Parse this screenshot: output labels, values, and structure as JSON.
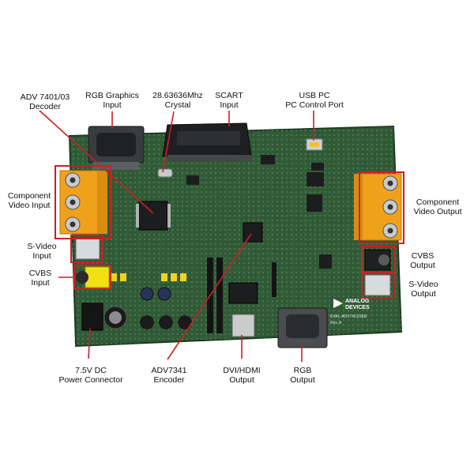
{
  "diagram": {
    "labels": [
      {
        "key": "decoder",
        "line1": "ADV 7401/03",
        "line2": "Decoder"
      },
      {
        "key": "rgb_graphics_input",
        "line1": "RGB Graphics",
        "line2": "Input"
      },
      {
        "key": "crystal",
        "line1": "28.63636Mhz",
        "line2": "Crystal"
      },
      {
        "key": "scart_input",
        "line1": "SCART",
        "line2": "Input"
      },
      {
        "key": "usb_pc",
        "line1": "USB PC",
        "line2": "PC Control Port"
      },
      {
        "key": "component_video_input",
        "line1": "Component",
        "line2": "Video Input"
      },
      {
        "key": "component_video_output",
        "line1": "Component",
        "line2": "Video Output"
      },
      {
        "key": "s_video_input",
        "line1": "S-Video",
        "line2": "Input"
      },
      {
        "key": "cvbs_input",
        "line1": "CVBS",
        "line2": "Input"
      },
      {
        "key": "cvbs_output",
        "line1": "CVBS",
        "line2": "Output"
      },
      {
        "key": "s_video_output",
        "line1": "S-Video",
        "line2": "Output"
      },
      {
        "key": "power_connector",
        "line1": "7.5V DC",
        "line2": "Power Connector"
      },
      {
        "key": "encoder",
        "line1": "ADV7341",
        "line2": "Encoder"
      },
      {
        "key": "dvi_hdmi_output",
        "line1": "DVI/HDMI",
        "line2": "Output"
      },
      {
        "key": "rgb_output",
        "line1": "RGB",
        "line2": "Output"
      }
    ],
    "board": {
      "logo_line1": "ANALOG",
      "logo_line2": "DEVICES",
      "board_id": "EVAL-ADV7401/3EB",
      "rev": "Rev. A"
    },
    "colors": {
      "board": "#2f5a35",
      "board_dark": "#234528",
      "callout": "#cc1f26",
      "connector_yellow": "#f0a11c",
      "background": "#ffffff"
    }
  }
}
